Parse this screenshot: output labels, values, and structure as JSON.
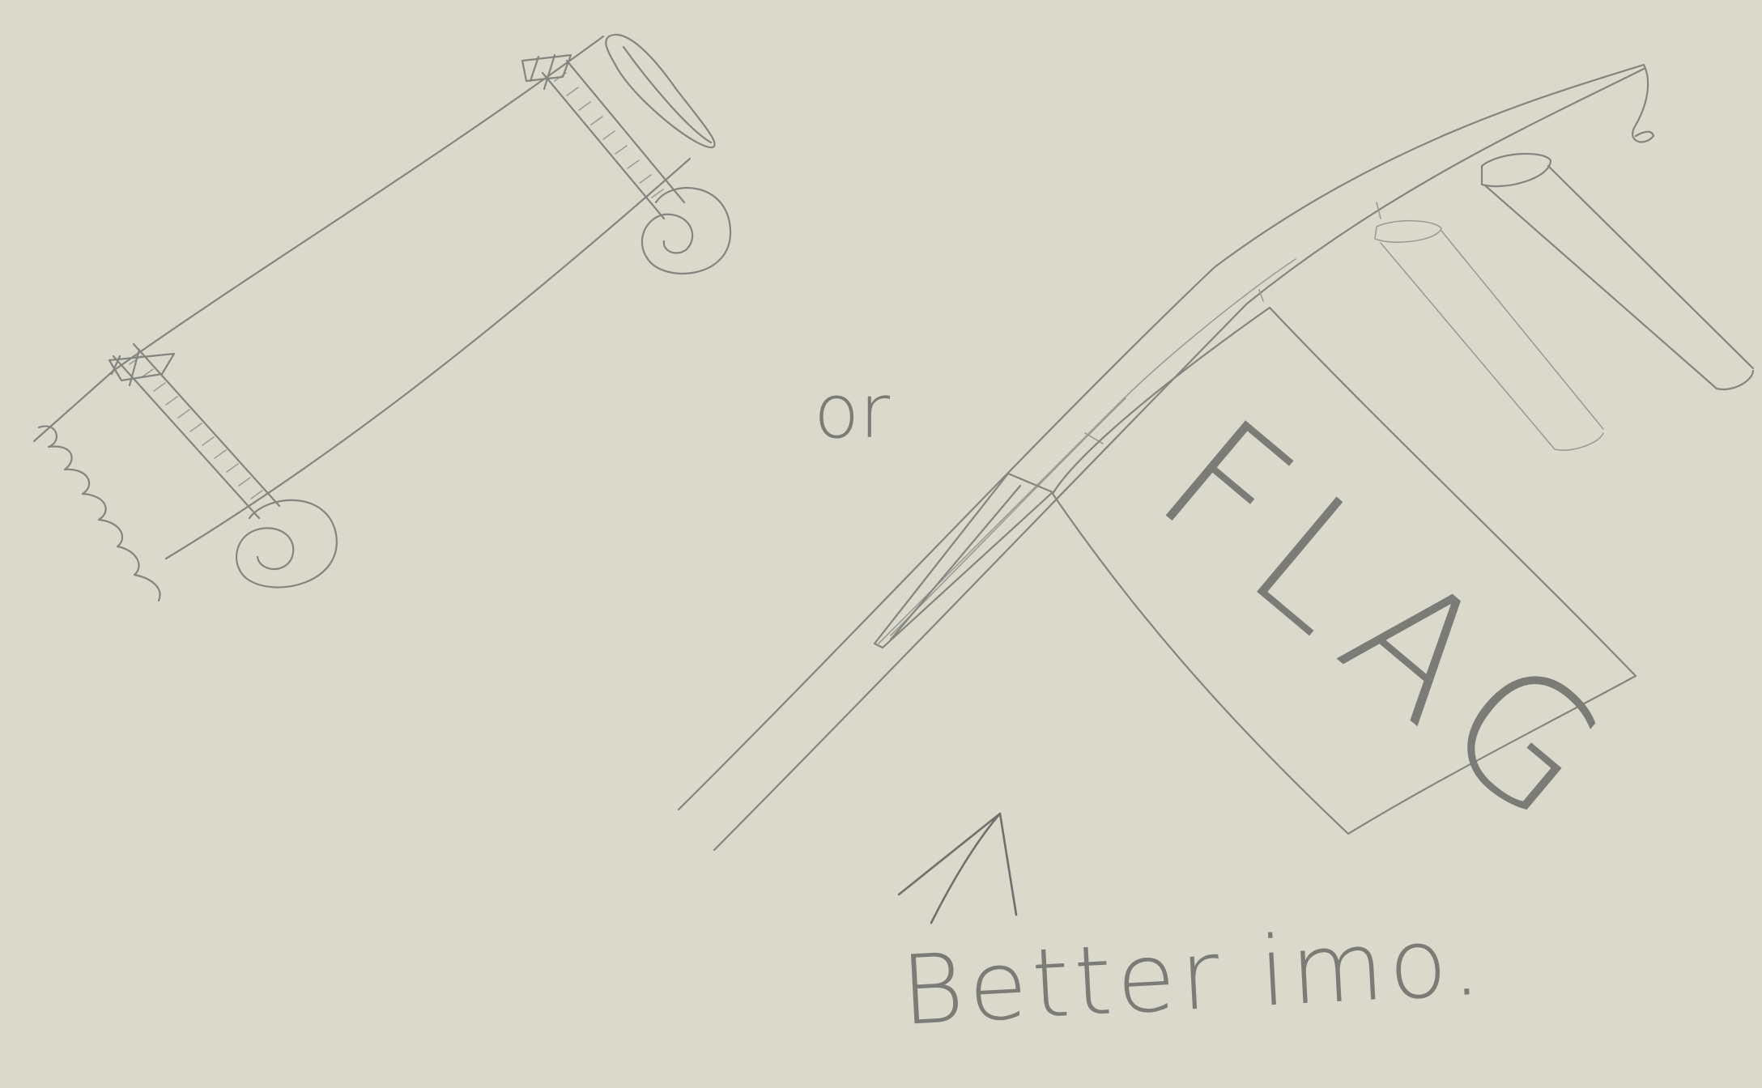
{
  "canvas": {
    "background_color": "#dad9cc",
    "ink_color": "#858580"
  },
  "sketch_one": {
    "name": "rolled banner with end caps"
  },
  "connector": {
    "text": "or"
  },
  "sketch_two": {
    "flag_text": "FLAG"
  },
  "annotation": {
    "text": "Better imo."
  }
}
